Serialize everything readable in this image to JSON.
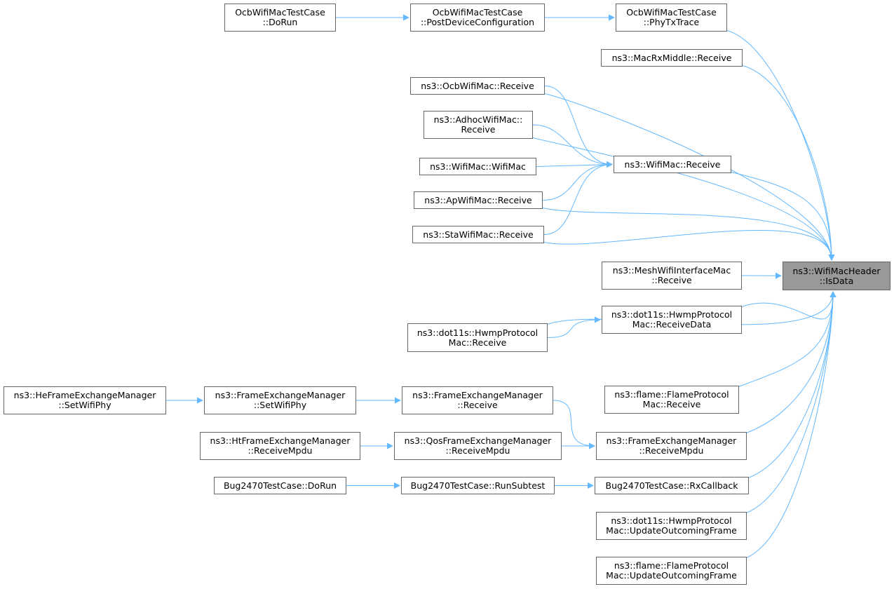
{
  "diagram": {
    "title": "",
    "edge_color": "#63b8ff",
    "root_fill": "#999999",
    "node_border": "#666666",
    "nodes": [
      {
        "id": "root",
        "lines": [
          "ns3::WifiMacHeader",
          "::IsData"
        ],
        "root": true
      },
      {
        "id": "ocb_dorun",
        "lines": [
          "OcbWifiMacTestCase",
          "::DoRun"
        ]
      },
      {
        "id": "ocb_postdev",
        "lines": [
          "OcbWifiMacTestCase",
          "::PostDeviceConfiguration"
        ]
      },
      {
        "id": "ocb_phytx",
        "lines": [
          "OcbWifiMacTestCase",
          "::PhyTxTrace"
        ]
      },
      {
        "id": "macrx_recv",
        "lines": [
          "ns3::MacRxMiddle::Receive"
        ]
      },
      {
        "id": "ocbmac_recv",
        "lines": [
          "ns3::OcbWifiMac::Receive"
        ]
      },
      {
        "id": "adhoc_recv",
        "lines": [
          "ns3::AdhocWifiMac::",
          "Receive"
        ]
      },
      {
        "id": "wifimac_ctor",
        "lines": [
          "ns3::WifiMac::WifiMac"
        ]
      },
      {
        "id": "wifimac_recv",
        "lines": [
          "ns3::WifiMac::Receive"
        ]
      },
      {
        "id": "ap_recv",
        "lines": [
          "ns3::ApWifiMac::Receive"
        ]
      },
      {
        "id": "sta_recv",
        "lines": [
          "ns3::StaWifiMac::Receive"
        ]
      },
      {
        "id": "meshif_recv",
        "lines": [
          "ns3::MeshWifiInterfaceMac",
          "::Receive"
        ]
      },
      {
        "id": "hwmp_recvdata",
        "lines": [
          "ns3::dot11s::HwmpProtocol",
          "Mac::ReceiveData"
        ]
      },
      {
        "id": "hwmp_recv",
        "lines": [
          "ns3::dot11s::HwmpProtocol",
          "Mac::Receive"
        ]
      },
      {
        "id": "flame_recv",
        "lines": [
          "ns3::flame::FlameProtocol",
          "Mac::Receive"
        ]
      },
      {
        "id": "he_setphy",
        "lines": [
          "ns3::HeFrameExchangeManager",
          "::SetWifiPhy"
        ]
      },
      {
        "id": "fem_setphy",
        "lines": [
          "ns3::FrameExchangeManager",
          "::SetWifiPhy"
        ]
      },
      {
        "id": "fem_recv",
        "lines": [
          "ns3::FrameExchangeManager",
          "::Receive"
        ]
      },
      {
        "id": "ht_recvmpdu",
        "lines": [
          "ns3::HtFrameExchangeManager",
          "::ReceiveMpdu"
        ]
      },
      {
        "id": "qos_recvmpdu",
        "lines": [
          "ns3::QosFrameExchangeManager",
          "::ReceiveMpdu"
        ]
      },
      {
        "id": "fem_recvmpdu",
        "lines": [
          "ns3::FrameExchangeManager",
          "::ReceiveMpdu"
        ]
      },
      {
        "id": "bug_dorun",
        "lines": [
          "Bug2470TestCase::DoRun"
        ]
      },
      {
        "id": "bug_runsub",
        "lines": [
          "Bug2470TestCase::RunSubtest"
        ]
      },
      {
        "id": "bug_rxcb",
        "lines": [
          "Bug2470TestCase::RxCallback"
        ]
      },
      {
        "id": "hwmp_update",
        "lines": [
          "ns3::dot11s::HwmpProtocol",
          "Mac::UpdateOutcomingFrame"
        ]
      },
      {
        "id": "flame_update",
        "lines": [
          "ns3::flame::FlameProtocol",
          "Mac::UpdateOutcomingFrame"
        ]
      }
    ],
    "edges": [
      [
        "ocb_dorun",
        "ocb_postdev"
      ],
      [
        "ocb_postdev",
        "ocb_phytx"
      ],
      [
        "ocb_phytx",
        "root"
      ],
      [
        "macrx_recv",
        "root"
      ],
      [
        "ocbmac_recv",
        "root"
      ],
      [
        "ocbmac_recv",
        "wifimac_recv"
      ],
      [
        "adhoc_recv",
        "root"
      ],
      [
        "adhoc_recv",
        "wifimac_recv"
      ],
      [
        "wifimac_ctor",
        "wifimac_recv"
      ],
      [
        "wifimac_recv",
        "root"
      ],
      [
        "ap_recv",
        "wifimac_recv"
      ],
      [
        "ap_recv",
        "root"
      ],
      [
        "sta_recv",
        "wifimac_recv"
      ],
      [
        "sta_recv",
        "root"
      ],
      [
        "meshif_recv",
        "root"
      ],
      [
        "hwmp_recvdata",
        "root"
      ],
      [
        "hwmp_recv",
        "hwmp_recvdata"
      ],
      [
        "hwmp_recv",
        "root"
      ],
      [
        "flame_recv",
        "root"
      ],
      [
        "he_setphy",
        "fem_setphy"
      ],
      [
        "fem_setphy",
        "fem_recv"
      ],
      [
        "fem_recv",
        "fem_recvmpdu"
      ],
      [
        "ht_recvmpdu",
        "qos_recvmpdu"
      ],
      [
        "qos_recvmpdu",
        "fem_recvmpdu"
      ],
      [
        "fem_recvmpdu",
        "root"
      ],
      [
        "bug_dorun",
        "bug_runsub"
      ],
      [
        "bug_runsub",
        "bug_rxcb"
      ],
      [
        "bug_rxcb",
        "root"
      ],
      [
        "hwmp_update",
        "root"
      ],
      [
        "flame_update",
        "root"
      ]
    ]
  }
}
